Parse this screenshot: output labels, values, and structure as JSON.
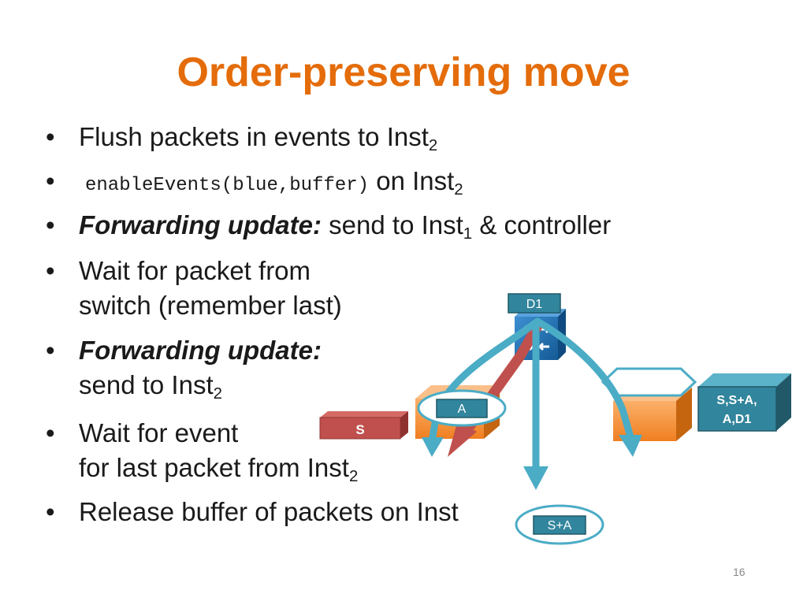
{
  "slide": {
    "title": "Order-preserving move",
    "page_number": "16"
  },
  "bullets": [
    {
      "pre": "Flush packets in events to Inst",
      "sub": "2"
    },
    {
      "code": "enableEvents(blue,buffer)",
      "post": " on Inst",
      "sub": "2"
    },
    {
      "emph": "Forwarding update:",
      "post": " send to Inst",
      "sub": "1",
      "tail": " & controller"
    },
    {
      "line1": "Wait for packet from",
      "line2": "switch (remember last)"
    },
    {
      "emph": "Forwarding update:",
      "line2": "send to Inst",
      "sub": "2"
    },
    {
      "line1": "Wait for event",
      "line2": "for last packet from Inst",
      "sub": "2"
    },
    {
      "pre": "Release buffer of packets on Inst"
    }
  ],
  "diagram": {
    "switch_label": "D1",
    "red_box_label": "S",
    "left_oval_label": "A",
    "right_box_label_line1": "S,S+A,",
    "right_box_label_line2": "A,D1",
    "bottom_oval_label": "S+A",
    "colors": {
      "teal_arrow": "#4bacc6",
      "red_arrow": "#c0504d",
      "orange_box": "#f79646",
      "switch_blue": "#1f6fb2",
      "label_teal": "#31859c"
    }
  }
}
